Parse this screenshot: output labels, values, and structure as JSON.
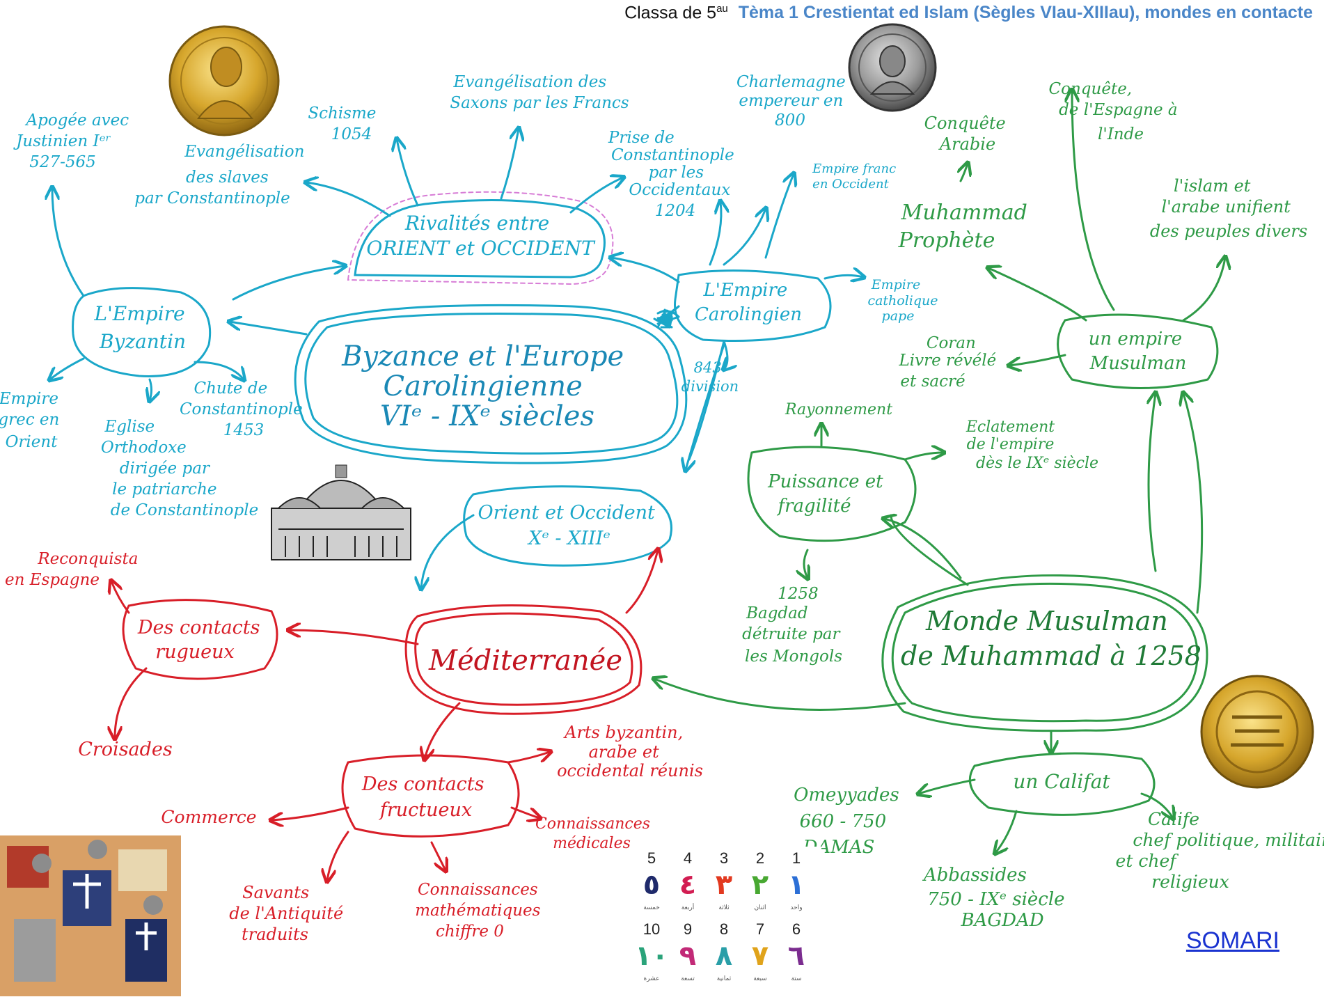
{
  "header": {
    "class_label": "Classa de 5",
    "class_sup": "au",
    "theme": "Tèma 1  Crestientat ed Islam (Sègles VIau-XIIIau), mondes en contacte"
  },
  "colors": {
    "byzance": "#1aa7c9",
    "islam": "#2e9a46",
    "mediterranee": "#d81e28",
    "rivalite_border": "#d77cd6",
    "link": "#1a33d0"
  },
  "byzance": {
    "center": [
      "Byzance et l'Europe",
      "Carolingienne",
      "VIᵉ - IXᵉ siècles"
    ],
    "empire_byzantin": [
      "L'Empire",
      "Byzantin"
    ],
    "rivalite": [
      "Rivalités entre",
      "ORIENT et OCCIDENT"
    ],
    "empire_carolingien": [
      "L'Empire",
      "Carolingien"
    ],
    "orient_occident": [
      "Orient et Occident",
      "Xᵉ - XIIIᵉ"
    ],
    "apogee": [
      "Apogée avec",
      "Justinien Iᵉʳ",
      "527-565"
    ],
    "evang_slaves": [
      "Evangélisation",
      "des slaves",
      "par Constantinople"
    ],
    "schisme": [
      "Schisme",
      "1054"
    ],
    "evang_saxons": [
      "Evangélisation des",
      "Saxons par les Francs"
    ],
    "prise_const": [
      "Prise de",
      "Constantinople",
      "par les",
      "Occidentaux",
      "1204"
    ],
    "charlemagne": [
      "Charlemagne",
      "empereur en",
      "800"
    ],
    "empire_franc": [
      "Empire franc",
      "en Occident"
    ],
    "empire_cath": [
      "Empire",
      "catholique",
      "pape"
    ],
    "division": [
      "843",
      "division"
    ],
    "empire_grec": [
      "Empire",
      "grec en",
      "Orient"
    ],
    "eglise": [
      "Eglise",
      "Orthodoxe",
      "dirigée par",
      "le patriarche",
      "de Constantinople"
    ],
    "chute": [
      "Chute de",
      "Constantinople",
      "1453"
    ]
  },
  "islam": {
    "center": [
      "Monde Musulman",
      "de Muhammad à 1258"
    ],
    "empire_musulman": [
      "un empire",
      "Musulman"
    ],
    "puissance": [
      "Puissance et",
      "fragilité"
    ],
    "califat": [
      "un Califat"
    ],
    "muhammad": [
      "Muhammad",
      "Prophète"
    ],
    "conquete_arabie": [
      "Conquête",
      "Arabie"
    ],
    "conquete_espagne": [
      "Conquête,",
      "de l'Espagne à",
      "l'Inde"
    ],
    "islam_arabe": [
      "l'islam et",
      "l'arabe unifient",
      "des peuples divers"
    ],
    "coran": [
      "Coran",
      "Livre révélé",
      "et sacré"
    ],
    "rayonnement": [
      "Rayonnement"
    ],
    "eclatement": [
      "Eclatement",
      "de l'empire",
      "dès le IXᵉ siècle"
    ],
    "bagdad_1258": [
      "1258",
      "Bagdad",
      "détruite par",
      "les Mongols"
    ],
    "omeyyades": [
      "Omeyyades",
      "660 - 750",
      "DAMAS"
    ],
    "abbassides": [
      "Abbassides",
      "750 - IXᵉ siècle",
      "BAGDAD"
    ],
    "calife": [
      "Calife",
      "chef politique, militaire",
      "et chef",
      "religieux"
    ]
  },
  "mediterranee": {
    "center": [
      "Méditerranée"
    ],
    "rugueux": [
      "Des contacts",
      "rugueux"
    ],
    "fructueux": [
      "Des contacts",
      "fructueux"
    ],
    "reconquista": [
      "Reconquista",
      "en Espagne"
    ],
    "croisades": [
      "Croisades"
    ],
    "arts": [
      "Arts byzantin,",
      "arabe et",
      "occidental réunis"
    ],
    "commerce": [
      "Commerce"
    ],
    "medicales": [
      "Connaissances",
      "médicales"
    ],
    "savants": [
      "Savants",
      "de l'Antiquité",
      "traduits"
    ],
    "math": [
      "Connaissances",
      "mathématiques",
      "chiffre 0"
    ]
  },
  "digits": {
    "western_top": [
      "5",
      "4",
      "3",
      "2",
      "1"
    ],
    "arabic_top": [
      "٥",
      "٤",
      "٣",
      "٢",
      "١"
    ],
    "names_top": [
      "خمسة",
      "أربعة",
      "ثلاثة",
      "اثنان",
      "واحد"
    ],
    "western_bottom": [
      "10",
      "9",
      "8",
      "7",
      "6"
    ],
    "arabic_bottom": [
      "١٠",
      "٩",
      "٨",
      "٧",
      "٦"
    ],
    "names_bottom": [
      "عشرة",
      "تسعة",
      "ثمانية",
      "سبعة",
      "ستة"
    ],
    "digit_colors": [
      "#1f2a6b",
      "#d21d52",
      "#e2391f",
      "#48a832",
      "#2c6fd6",
      "#2aa37a",
      "#c22a77",
      "#2a9fa8",
      "#e0a31b",
      "#7b2c8f"
    ]
  },
  "footer_link": "SOMARI"
}
